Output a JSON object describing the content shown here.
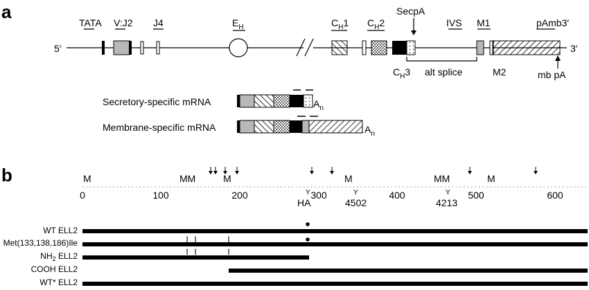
{
  "panel_a": {
    "label": "a",
    "end_5": "5′",
    "end_3": "3′",
    "top_labels": {
      "tata": "TATA",
      "vj2": "V:J2",
      "j4": "J4",
      "eh_main": "E",
      "eh_sub": "H",
      "ch1_main": "C",
      "ch1_sub": "H",
      "ch1_num": "1",
      "ch2_main": "C",
      "ch2_sub": "H",
      "ch2_num": "2",
      "secpa": "SecpA",
      "ivs": "IVS",
      "m1": "M1",
      "pamb3": "pAmb3′"
    },
    "bottom_labels": {
      "ch3_main": "C",
      "ch3_sub": "H",
      "ch3_num": "3",
      "alt_splice": "alt splice",
      "m2": "M2",
      "mb_pa": "mb pA"
    },
    "mrna": {
      "secretory_label": "Secretory-specific mRNA",
      "membrane_label": "Membrane-specific mRNA",
      "tail_main": "A",
      "tail_sub": "n"
    }
  },
  "panel_b": {
    "label": "b",
    "axis_ticks": [
      "0",
      "100",
      "200",
      "300",
      "400",
      "500",
      "600"
    ],
    "m_labels": [
      "M",
      "MM",
      "M",
      "M",
      "MM",
      "M"
    ],
    "y_labels": {
      "y1": "Y",
      "y1_name": "HA",
      "y2": "Y",
      "y2_name": "4502",
      "y3": "Y",
      "y3_name": "4213"
    },
    "constructs": [
      {
        "name": "WT ELL2",
        "start": 0,
        "end": 640,
        "dot": true,
        "ile": false
      },
      {
        "name": "Met(133,138,186)Ile",
        "start": 0,
        "end": 640,
        "dot": true,
        "ile": true
      },
      {
        "name_main": "NH",
        "name_sub": "2",
        "name_rest": " ELL2",
        "start": 0,
        "end": 290,
        "dot": false,
        "ile": true
      },
      {
        "name": "COOH ELL2",
        "start": 186,
        "end": 640,
        "dot": false,
        "ile": false
      },
      {
        "name": "WT* ELL2",
        "start": 0,
        "end": 640,
        "dot": false,
        "ile": false
      }
    ],
    "ile_glyph": "I"
  }
}
